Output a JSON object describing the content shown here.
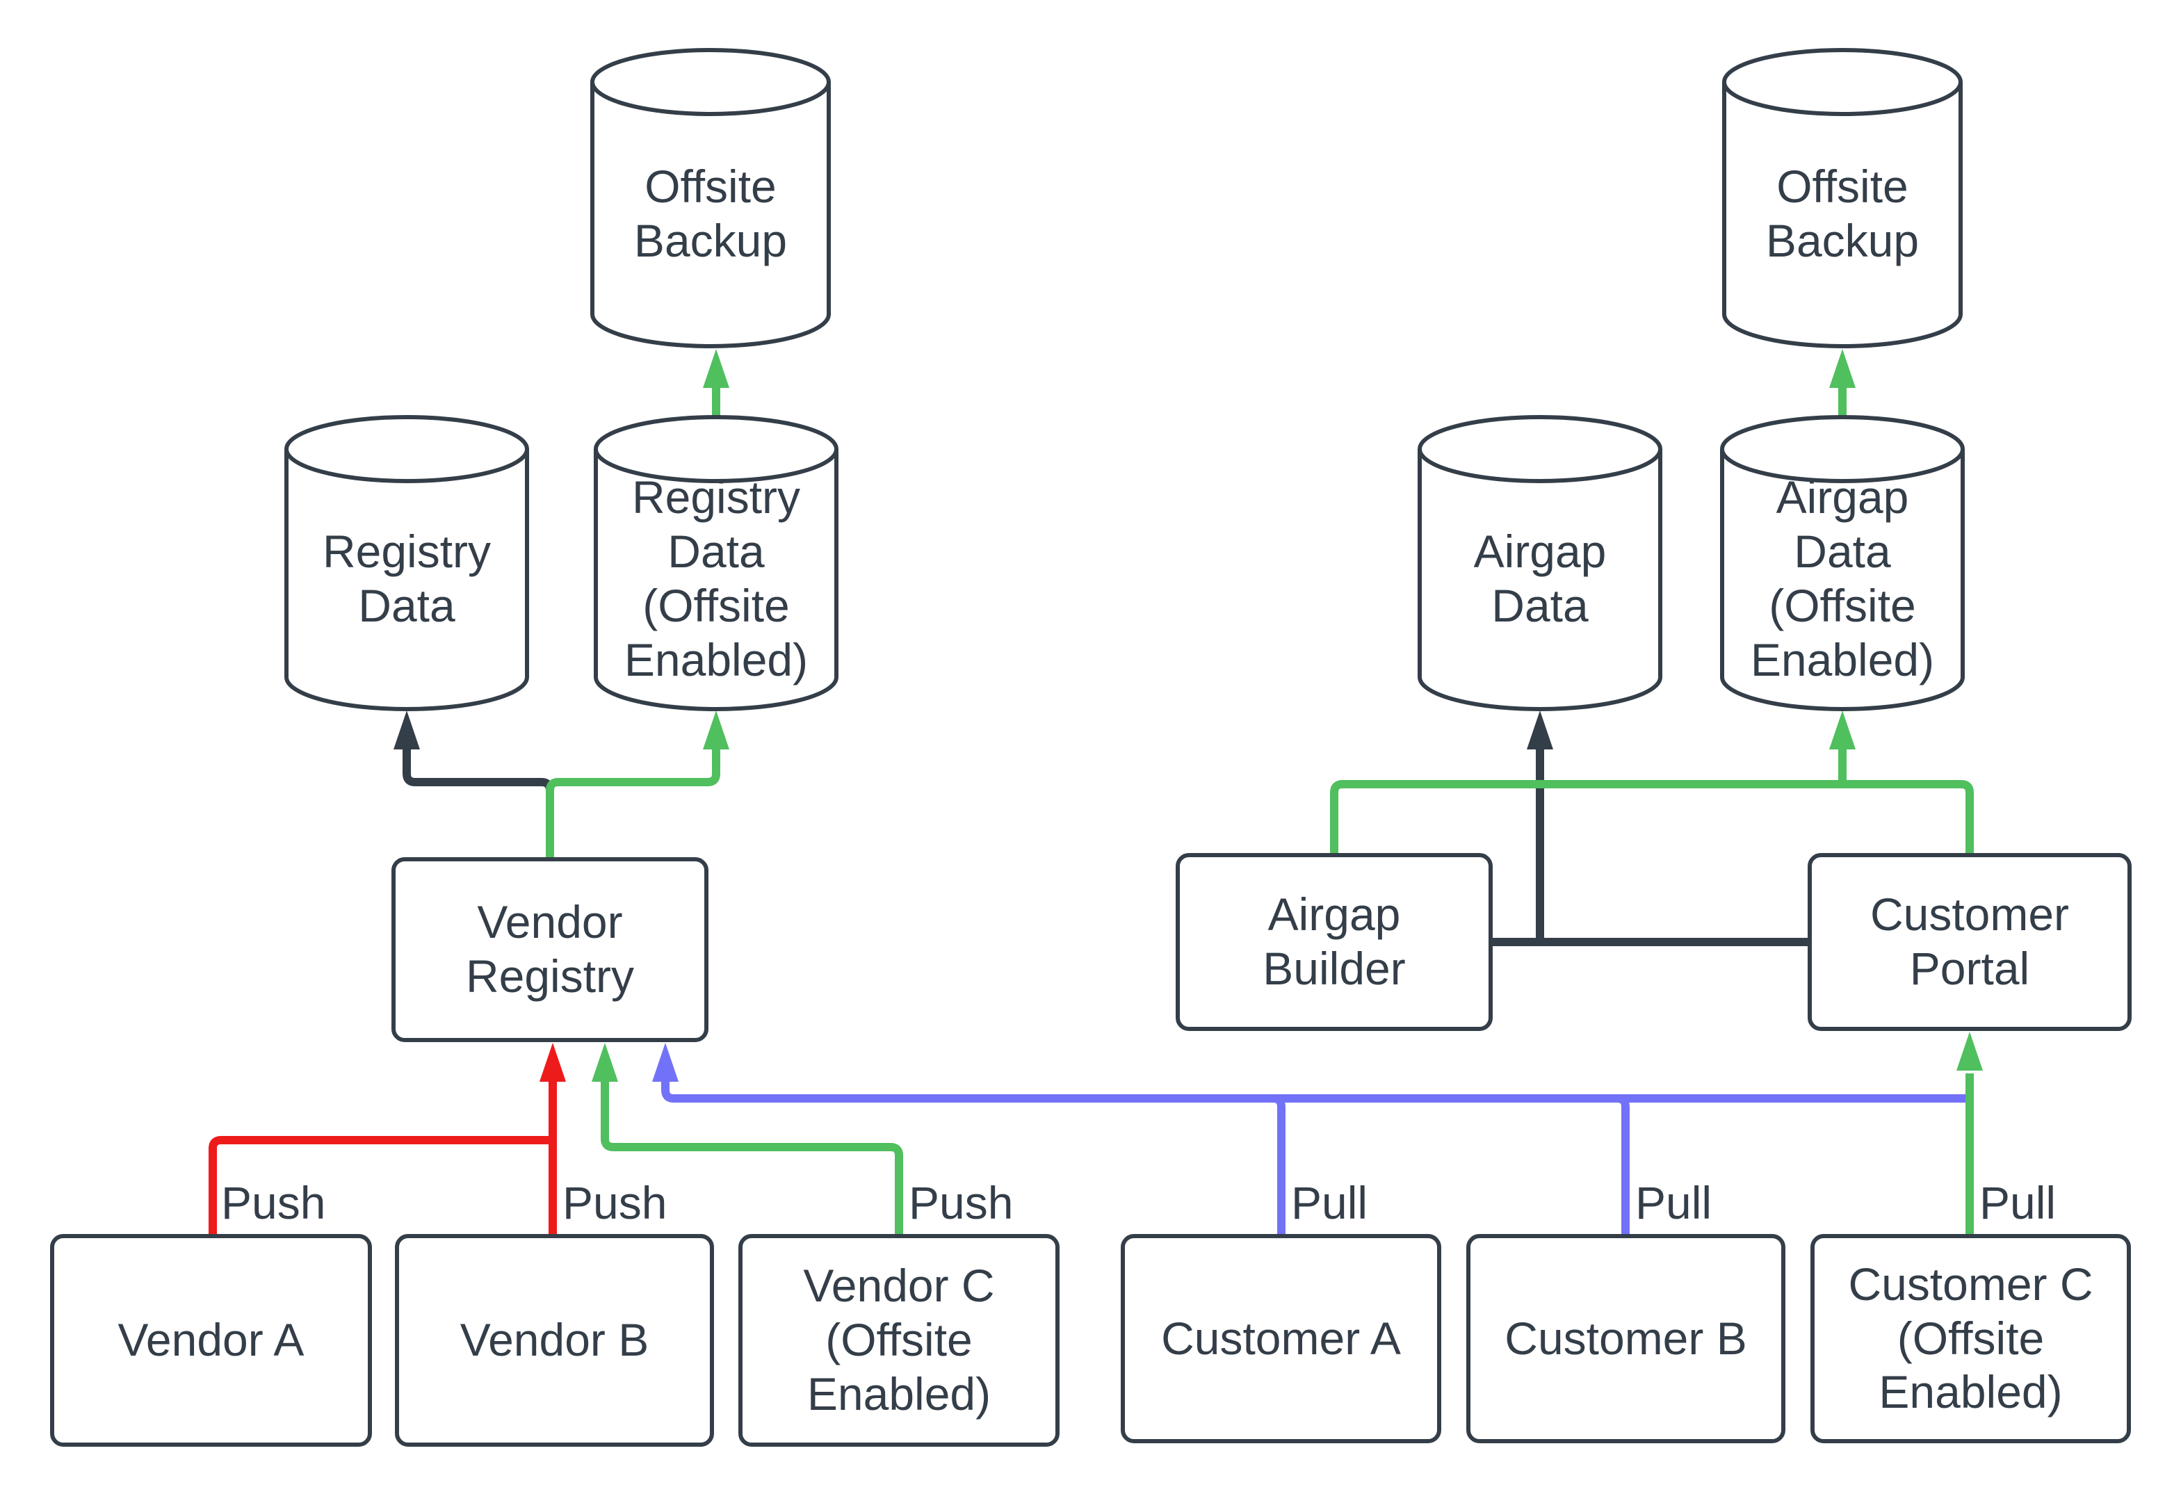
{
  "diagram": {
    "title": "Vendor registry and customer airgap data flow",
    "colors": {
      "dark": "#343e49",
      "green": "#50bf5e",
      "red": "#ee1b1b",
      "blue": "#7272f8",
      "shape_fill": "#ffffff",
      "canvas_bg": "#ffffff"
    },
    "nodes": {
      "offsite_backup_left": {
        "shape": "cylinder",
        "label": "Offsite\nBackup"
      },
      "registry_data": {
        "shape": "cylinder",
        "label": "Registry\nData"
      },
      "registry_data_offsite": {
        "shape": "cylinder",
        "label": "Registry\nData\n(Offsite\nEnabled)"
      },
      "vendor_registry": {
        "shape": "box",
        "label": "Vendor\nRegistry"
      },
      "vendor_a": {
        "shape": "box",
        "label": "Vendor A"
      },
      "vendor_b": {
        "shape": "box",
        "label": "Vendor B"
      },
      "vendor_c": {
        "shape": "box",
        "label": "Vendor C\n(Offsite\nEnabled)"
      },
      "offsite_backup_right": {
        "shape": "cylinder",
        "label": "Offsite\nBackup"
      },
      "airgap_data": {
        "shape": "cylinder",
        "label": "Airgap\nData"
      },
      "airgap_data_offsite": {
        "shape": "cylinder",
        "label": "Airgap\nData\n(Offsite\nEnabled)"
      },
      "airgap_builder": {
        "shape": "box",
        "label": "Airgap\nBuilder"
      },
      "customer_portal": {
        "shape": "box",
        "label": "Customer\nPortal"
      },
      "customer_a": {
        "shape": "box",
        "label": "Customer A"
      },
      "customer_b": {
        "shape": "box",
        "label": "Customer B"
      },
      "customer_c": {
        "shape": "box",
        "label": "Customer C\n(Offsite\nEnabled)"
      }
    },
    "edge_labels": {
      "push_vendor_a": "Push",
      "push_vendor_b": "Push",
      "push_vendor_c": "Push",
      "pull_customer_a": "Pull",
      "pull_customer_b": "Pull",
      "pull_customer_c": "Pull"
    },
    "edges": [
      {
        "from": "vendor_a",
        "to": "vendor_registry",
        "label": "Push",
        "color": "red"
      },
      {
        "from": "vendor_b",
        "to": "vendor_registry",
        "label": "Push",
        "color": "red"
      },
      {
        "from": "vendor_c",
        "to": "vendor_registry",
        "label": "Push",
        "color": "green"
      },
      {
        "from": "vendor_registry",
        "to": "registry_data",
        "color": "dark"
      },
      {
        "from": "vendor_registry",
        "to": "registry_data_offsite",
        "color": "green"
      },
      {
        "from": "registry_data_offsite",
        "to": "offsite_backup_left",
        "color": "green"
      },
      {
        "from": "customer_a",
        "to": "vendor_registry",
        "label": "Pull",
        "color": "blue"
      },
      {
        "from": "customer_b",
        "to": "vendor_registry",
        "label": "Pull",
        "color": "blue"
      },
      {
        "from": "customer_c",
        "to": "customer_portal",
        "label": "Pull",
        "color": "green"
      },
      {
        "from": "airgap_builder",
        "to": "airgap_data",
        "color": "dark"
      },
      {
        "from": "customer_portal",
        "to": "airgap_data",
        "color": "dark"
      },
      {
        "from": "airgap_builder",
        "to": "airgap_data_offsite",
        "color": "green"
      },
      {
        "from": "customer_portal",
        "to": "airgap_data_offsite",
        "color": "green"
      },
      {
        "from": "airgap_data_offsite",
        "to": "offsite_backup_right",
        "color": "green"
      }
    ]
  }
}
